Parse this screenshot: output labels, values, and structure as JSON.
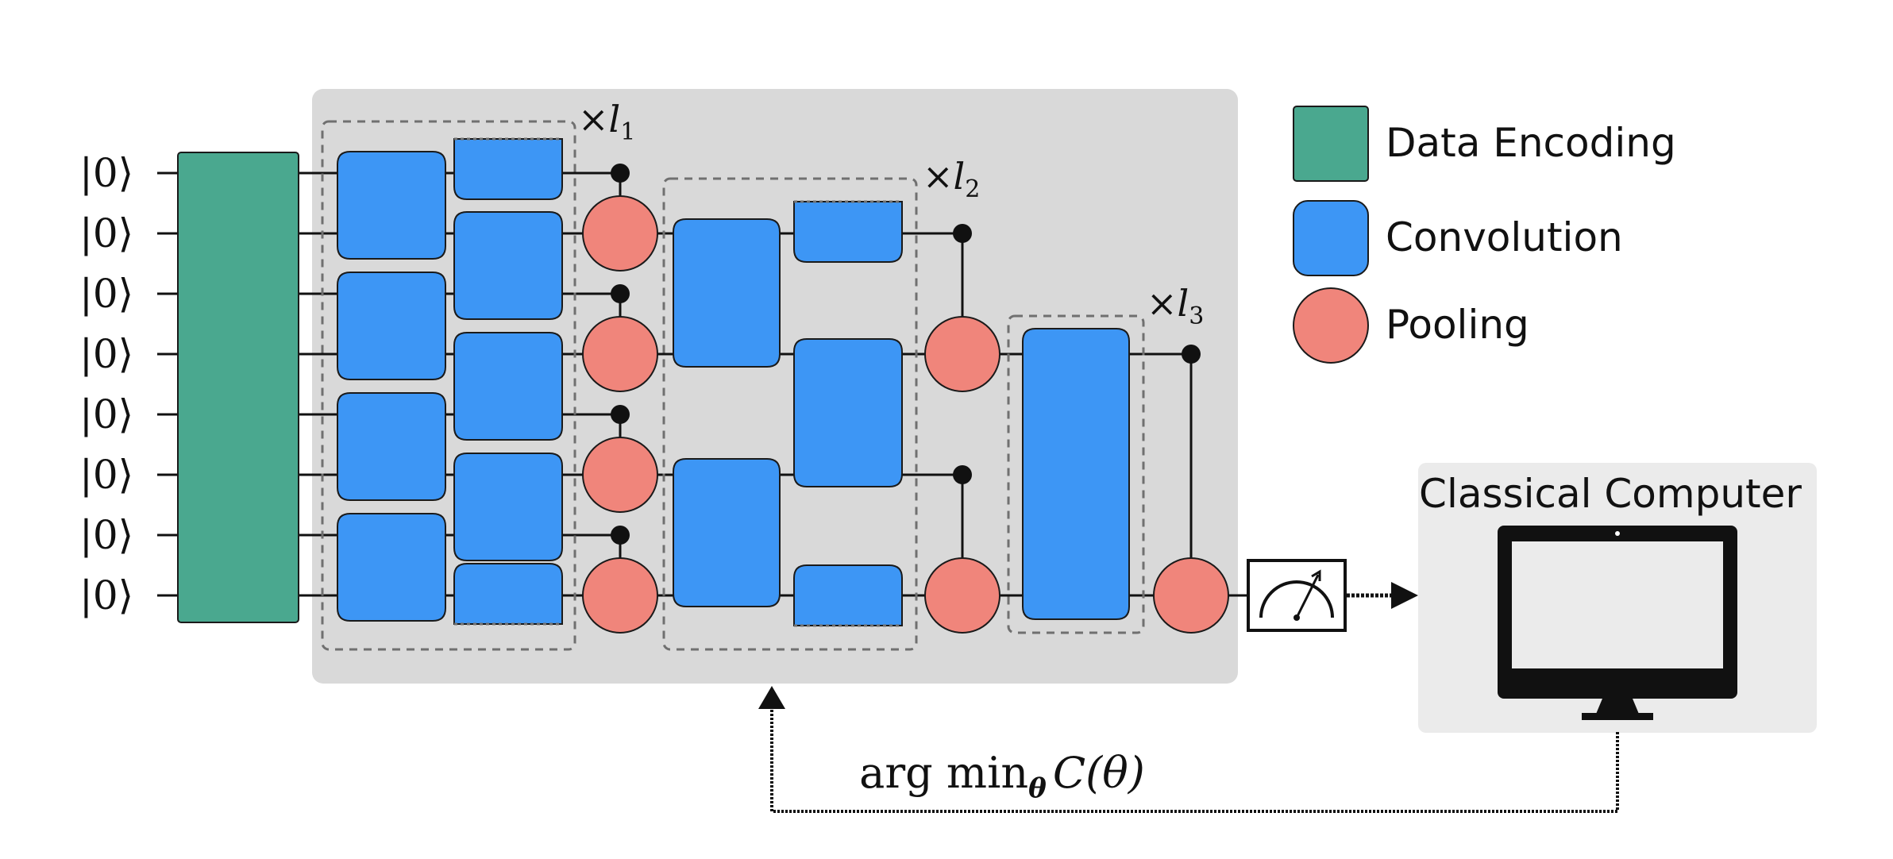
{
  "qubits": {
    "count": 8,
    "label": "|0⟩"
  },
  "layer_multipliers": {
    "l1": {
      "times": "×",
      "var": "l",
      "sub": "1"
    },
    "l2": {
      "times": "×",
      "var": "l",
      "sub": "2"
    },
    "l3": {
      "times": "×",
      "var": "l",
      "sub": "3"
    }
  },
  "legend": {
    "items": [
      {
        "label": "Data Encoding",
        "shape": "rounded-rect",
        "color": "#4aa88f"
      },
      {
        "label": "Convolution",
        "shape": "rounded-rect",
        "color": "#3d96f5"
      },
      {
        "label": "Pooling",
        "shape": "circle",
        "color": "#f0857b"
      }
    ]
  },
  "classical": {
    "title": "Classical Computer",
    "icon": "monitor-icon"
  },
  "measurement": {
    "icon": "meter-icon"
  },
  "feedback": {
    "prefix": "arg min",
    "subscript": "θ",
    "expression": "C(θ)"
  },
  "colors": {
    "encoding": "#4aa88f",
    "convolution": "#3d96f5",
    "pooling": "#f0857b",
    "panel": "#d9d9d9",
    "classical_panel": "#ebebeb",
    "dashed": "#707070"
  }
}
